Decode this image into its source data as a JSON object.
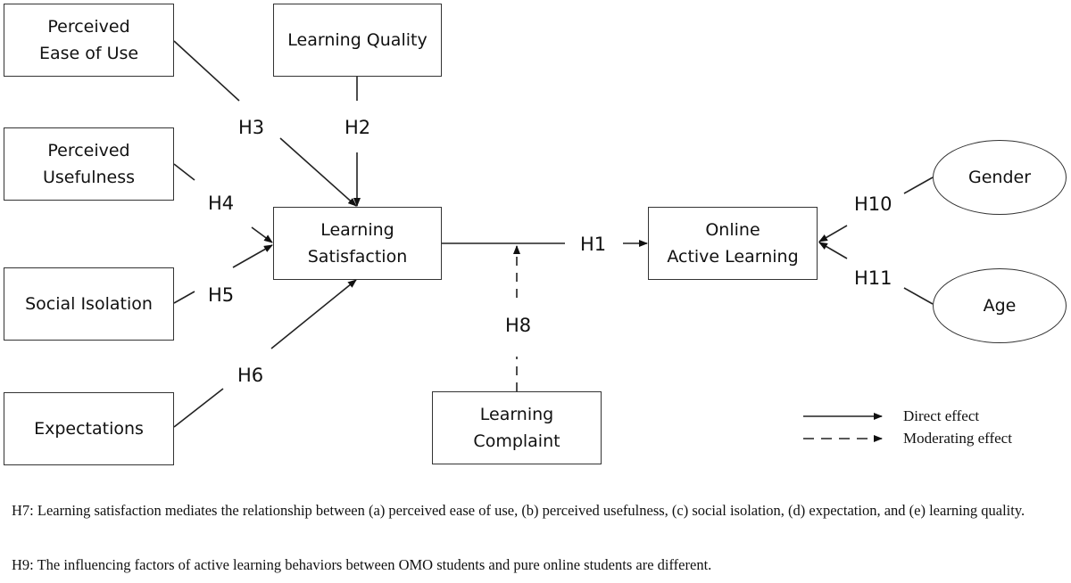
{
  "diagram": {
    "type": "research-model",
    "constructs": {
      "perceived_ease_of_use": "Perceived\nEase of Use",
      "learning_quality": "Learning Quality",
      "perceived_usefulness": "Perceived\nUsefulness",
      "social_isolation": "Social Isolation",
      "expectations": "Expectations",
      "learning_satisfaction": "Learning\nSatisfaction",
      "online_active_learning": "Online\nActive Learning",
      "learning_complaint": "Learning\nComplaint",
      "gender": "Gender",
      "age": "Age"
    },
    "hypotheses": {
      "h1": "H1",
      "h2": "H2",
      "h3": "H3",
      "h4": "H4",
      "h5": "H5",
      "h6": "H6",
      "h8": "H8",
      "h10": "H10",
      "h11": "H11"
    },
    "edges": [
      {
        "from": "Perceived Ease of Use",
        "to": "Learning Satisfaction",
        "label": "H3",
        "type": "direct"
      },
      {
        "from": "Learning Quality",
        "to": "Learning Satisfaction",
        "label": "H2",
        "type": "direct"
      },
      {
        "from": "Perceived Usefulness",
        "to": "Learning Satisfaction",
        "label": "H4",
        "type": "direct"
      },
      {
        "from": "Social Isolation",
        "to": "Learning Satisfaction",
        "label": "H5",
        "type": "direct"
      },
      {
        "from": "Expectations",
        "to": "Learning Satisfaction",
        "label": "H6",
        "type": "direct"
      },
      {
        "from": "Learning Satisfaction",
        "to": "Online Active Learning",
        "label": "H1",
        "type": "direct"
      },
      {
        "from": "Learning Complaint",
        "to": "H1 path",
        "label": "H8",
        "type": "moderating"
      },
      {
        "from": "Gender",
        "to": "Online Active Learning",
        "label": "H10",
        "type": "direct"
      },
      {
        "from": "Age",
        "to": "Online Active Learning",
        "label": "H11",
        "type": "direct"
      }
    ],
    "legend": {
      "direct": "Direct effect",
      "moderating": "Moderating effect"
    },
    "notes": {
      "h7": "H7: Learning satisfaction mediates the relationship between (a) perceived ease of use, (b) perceived usefulness, (c) social isolation, (d) expectation, and (e) learning quality.",
      "h9": "H9: The influencing factors of active learning behaviors between OMO students and pure online students are different."
    }
  }
}
